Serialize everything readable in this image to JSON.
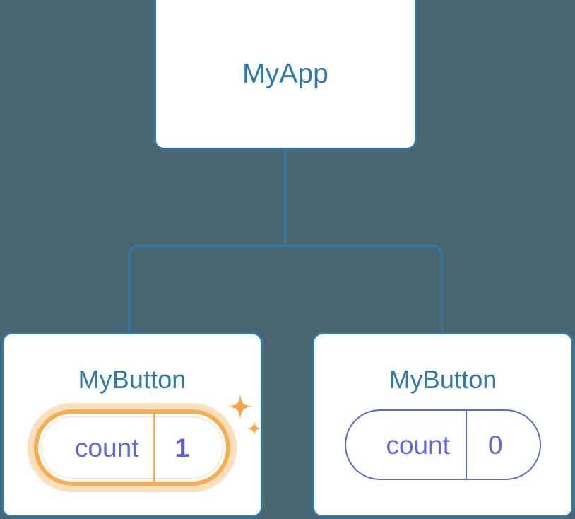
{
  "diagram": {
    "type": "component-tree",
    "background_color": "#4a6670",
    "edge_color": "#2d7aab",
    "node_border_color": "#2d7aab",
    "node_fill_color": "#ffffff",
    "title_color": "#2d7aab",
    "state_color": "#6067dd",
    "highlight_color": "#f7ae52",
    "root": {
      "label": "MyApp"
    },
    "children": [
      {
        "label": "MyButton",
        "state_key": "count",
        "state_value": "1",
        "highlighted": true,
        "sparkle": true
      },
      {
        "label": "MyButton",
        "state_key": "count",
        "state_value": "0",
        "highlighted": false,
        "sparkle": false
      }
    ]
  }
}
